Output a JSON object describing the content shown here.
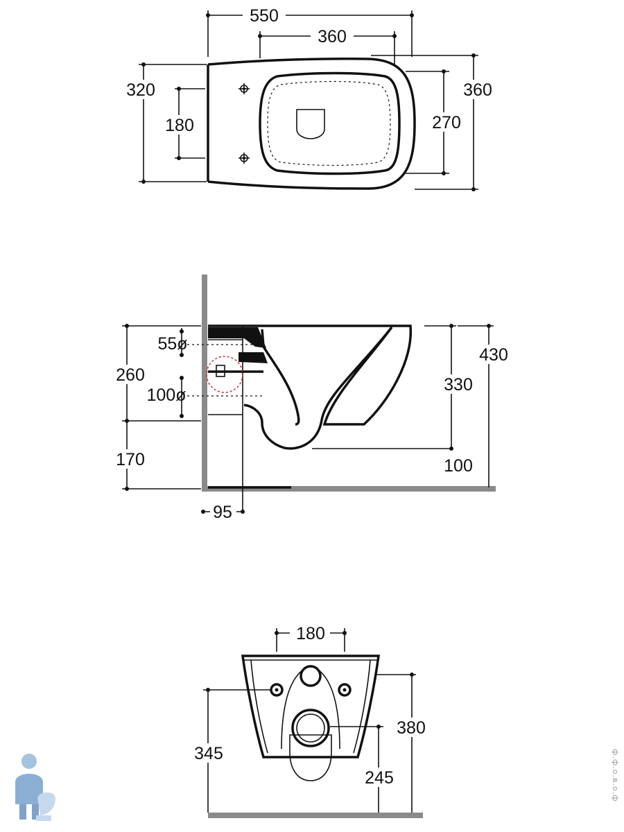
{
  "top_view": {
    "dims": {
      "overall_length": "550",
      "fixing_spacing": "360",
      "width_back": "320",
      "bolt_spacing": "180",
      "inner_width": "270",
      "overall_width": "360"
    }
  },
  "side_view": {
    "dims": {
      "water_inlet": "55ø",
      "waste_outlet": "100ø",
      "outlet_to_inlet": "260",
      "outlet_height": "170",
      "rim_to_floor_offset": "330",
      "total_height": "430",
      "bowl_bottom": "100",
      "wall_offset": "95"
    }
  },
  "front_view": {
    "dims": {
      "bolt_spacing": "180",
      "bolt_height": "345",
      "rim_height": "380",
      "outlet_height": "245"
    }
  },
  "watermark": "ф.ф.о.в.о.ф"
}
